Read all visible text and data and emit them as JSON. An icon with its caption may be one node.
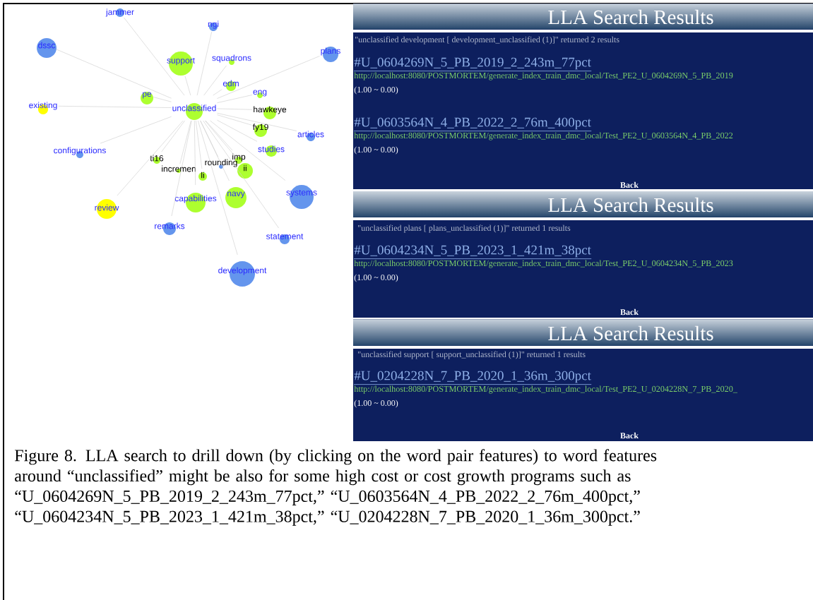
{
  "diagram": {
    "caption": "Figure 8. LLA search to drill down (by clicking on the word pair features) to word features around “unclassified” might be also for some high cost or cost growth programs such as “U_0604269N_5_PB_2019_2_243m_77pct,” “U_0603564N_4_PB_2022_2_76m_400pct,” “U_0604234N_5_PB_2023_1_421m_38pct,” “U_0204228N_7_PB_2020_1_36m_300pct.”",
    "nodes": [
      {
        "text": [
          "jammer"
        ]
      },
      {
        "text": [
          "ngi"
        ]
      },
      {
        "text": [
          "dssc"
        ]
      },
      {
        "text": [
          "plans"
        ]
      },
      {
        "text": [
          "support"
        ]
      },
      {
        "text": [
          "squadrons"
        ]
      },
      {
        "text": [
          "edm"
        ]
      },
      {
        "text": [
          "eng"
        ]
      },
      {
        "text": [
          "existing"
        ]
      },
      {
        "text": [
          "pe"
        ]
      },
      {
        "text": [
          "unclassified"
        ]
      },
      {
        "text": [
          "hawkeye"
        ]
      },
      {
        "text": [
          "fy19"
        ]
      },
      {
        "text": [
          "articles"
        ]
      },
      {
        "text": [
          "configurations"
        ]
      },
      {
        "text": [
          "imp"
        ]
      },
      {
        "text": [
          "studies"
        ]
      },
      {
        "text": [
          "ti16"
        ]
      },
      {
        "text": [
          "incremen"
        ]
      },
      {
        "text": [
          "rounding"
        ]
      },
      {
        "text": [
          "li"
        ]
      },
      {
        "text": [
          "ii"
        ]
      },
      {
        "text": [
          "capabilities"
        ]
      },
      {
        "text": [
          "navy"
        ]
      },
      {
        "text": [
          "systems"
        ]
      },
      {
        "text": [
          "review"
        ]
      },
      {
        "text": [
          "remarks"
        ]
      },
      {
        "text": [
          "statement"
        ]
      },
      {
        "text": [
          "development"
        ]
      },
      {
        "text": [
          "LLA Search Results",
          "\"unclassified development [ development_unclassified (1)]\" returned 2 results",
          "#U_0604269N_5_PB_2019_2_243m_77pct",
          "http://localhost:8080/POSTMORTEM/generate_index_train_dmc_local/Test_PE2_U_0604269N_5_PB_2019",
          "(1.00 ~ 0.00)",
          "#U_0603564N_4_PB_2022_2_76m_400pct",
          "http://localhost:8080/POSTMORTEM/generate_index_train_dmc_local/Test_PE2_U_0603564N_4_PB_2022",
          "(1.00 ~ 0.00)",
          "Back"
        ]
      },
      {
        "text": [
          "LLA Search Results",
          "\"unclassified plans [ plans_unclassified (1)]\" returned 1 results",
          "#U_0604234N_5_PB_2023_1_421m_38pct",
          "http://localhost:8080/POSTMORTEM/generate_index_train_dmc_local/Test_PE2_U_0604234N_5_PB_2023",
          "(1.00 ~ 0.00)",
          "Back"
        ]
      },
      {
        "text": [
          "LLA Search Results",
          "\"unclassified support [ support_unclassified (1)]\" returned 1 results",
          "#U_0204228N_7_PB_2020_1_36m_300pct",
          "http://localhost:8080/POSTMORTEM/generate_index_train_dmc_local/Test_PE2_U_0204228N_7_PB_2020_",
          "(1.00 ~ 0.00)",
          "Back"
        ]
      }
    ],
    "edges": [
      {
        "from": 10,
        "to": 0,
        "arrow": "none"
      },
      {
        "from": 10,
        "to": 1,
        "arrow": "none"
      },
      {
        "from": 10,
        "to": 2,
        "arrow": "none"
      },
      {
        "from": 10,
        "to": 3,
        "arrow": "none"
      },
      {
        "from": 10,
        "to": 4,
        "arrow": "none"
      },
      {
        "from": 10,
        "to": 5,
        "arrow": "none"
      },
      {
        "from": 10,
        "to": 6,
        "arrow": "none"
      },
      {
        "from": 10,
        "to": 7,
        "arrow": "none"
      },
      {
        "from": 10,
        "to": 8,
        "arrow": "none"
      },
      {
        "from": 10,
        "to": 9,
        "arrow": "none"
      },
      {
        "from": 10,
        "to": 11,
        "arrow": "none"
      },
      {
        "from": 10,
        "to": 12,
        "arrow": "none"
      },
      {
        "from": 10,
        "to": 13,
        "arrow": "none"
      },
      {
        "from": 10,
        "to": 14,
        "arrow": "none"
      },
      {
        "from": 10,
        "to": 15,
        "arrow": "none"
      },
      {
        "from": 10,
        "to": 16,
        "arrow": "none"
      },
      {
        "from": 10,
        "to": 17,
        "arrow": "none"
      },
      {
        "from": 10,
        "to": 18,
        "arrow": "none"
      },
      {
        "from": 10,
        "to": 19,
        "arrow": "none"
      },
      {
        "from": 10,
        "to": 20,
        "arrow": "none"
      },
      {
        "from": 10,
        "to": 21,
        "arrow": "none"
      },
      {
        "from": 10,
        "to": 22,
        "arrow": "none"
      },
      {
        "from": 10,
        "to": 23,
        "arrow": "none"
      },
      {
        "from": 10,
        "to": 24,
        "arrow": "none"
      },
      {
        "from": 10,
        "to": 25,
        "arrow": "none"
      },
      {
        "from": 10,
        "to": 26,
        "arrow": "none"
      },
      {
        "from": 10,
        "to": 27,
        "arrow": "none"
      },
      {
        "from": 10,
        "to": 28,
        "arrow": "none"
      }
    ]
  }
}
